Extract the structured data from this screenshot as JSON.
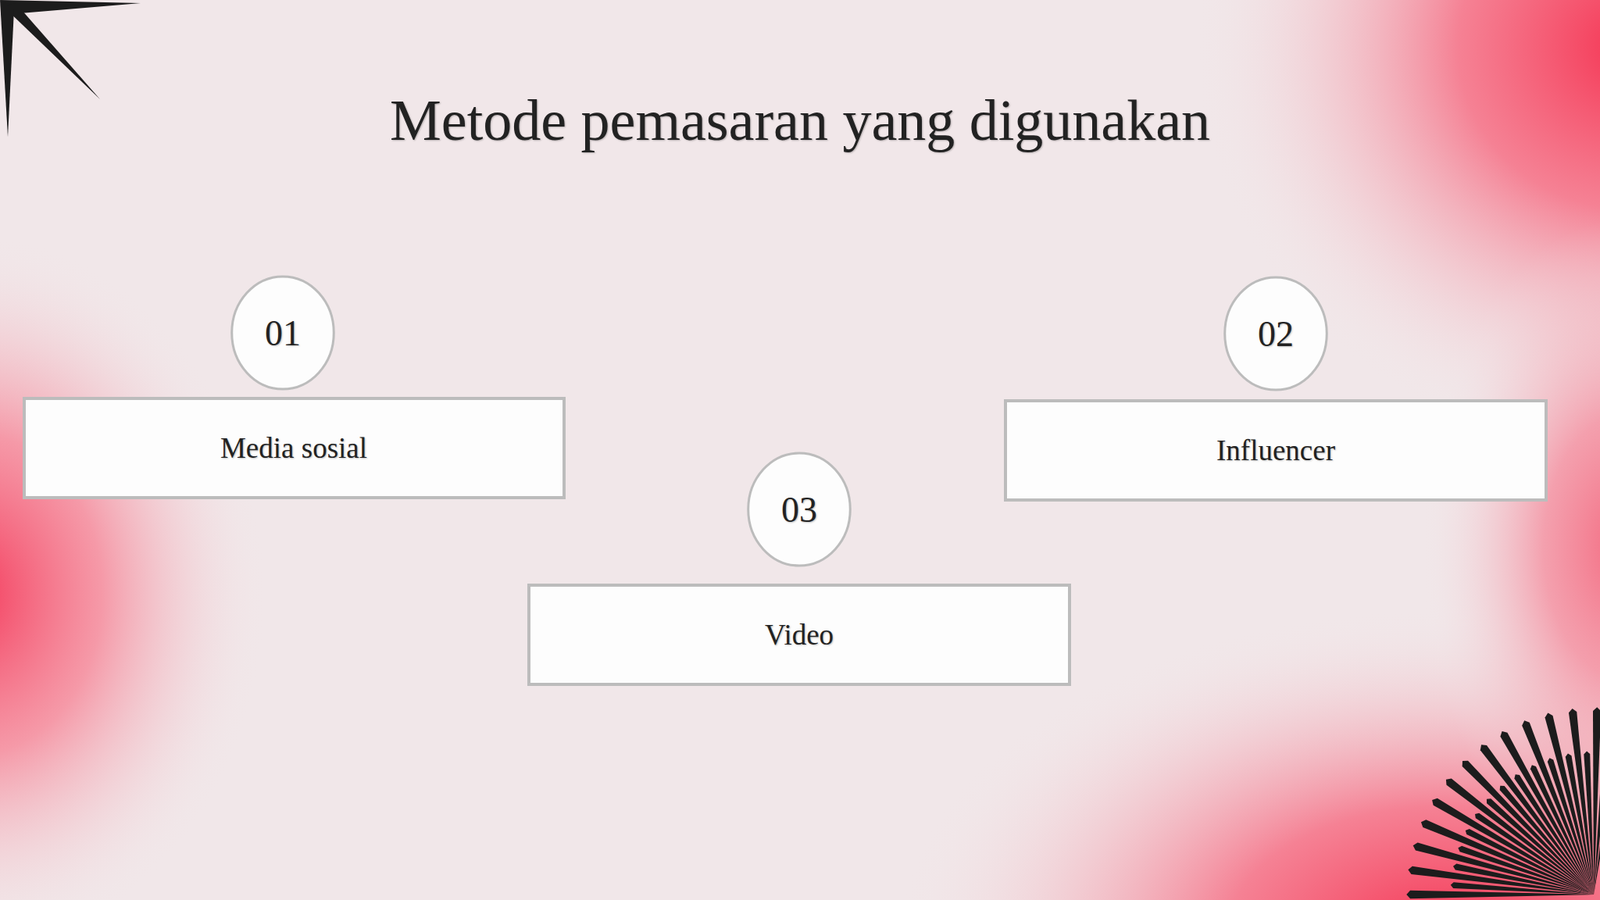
{
  "diagram": {
    "title": "Metode pemasaran yang digunakan",
    "nodes": [
      {
        "text": [
          "01"
        ]
      },
      {
        "text": [
          "Media sosial"
        ]
      },
      {
        "text": [
          "02"
        ]
      },
      {
        "text": [
          "Influencer"
        ]
      },
      {
        "text": [
          "03"
        ]
      },
      {
        "text": [
          "Video"
        ]
      }
    ]
  }
}
